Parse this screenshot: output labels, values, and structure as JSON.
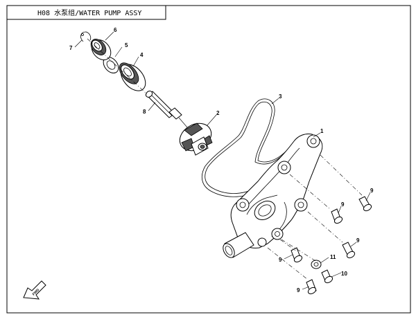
{
  "title": "H08 水泵组/WATER PUMP ASSY",
  "callouts": {
    "c1": "1",
    "c2": "2",
    "c3": "3",
    "c4": "4",
    "c5": "5",
    "c6": "6",
    "c7": "7",
    "c8": "8",
    "c9a": "9",
    "c9b": "9",
    "c9c": "9",
    "c9d": "9",
    "c9e": "9",
    "c10": "10",
    "c11": "11"
  },
  "direction_badge": "FWD",
  "colors": {
    "line": "#000000",
    "background": "#ffffff"
  }
}
